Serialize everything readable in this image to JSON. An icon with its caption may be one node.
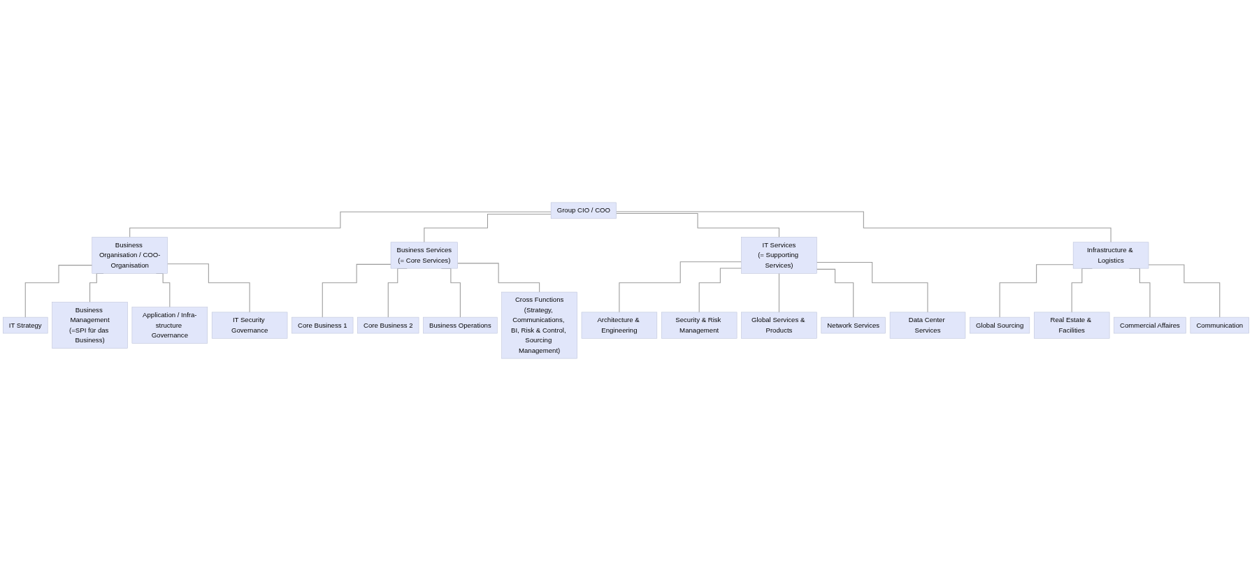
{
  "diagram": {
    "nodes": [
      {
        "text": [
          "Group CIO / COO"
        ]
      },
      {
        "text": [
          "Business Organisation / COO-Organisation"
        ]
      },
      {
        "text": [
          "IT Strategy"
        ]
      },
      {
        "text": [
          "Business Management",
          "(=SPI für das Business)"
        ]
      },
      {
        "text": [
          "Application / Infra-structure Governance"
        ]
      },
      {
        "text": [
          "IT Security Governance"
        ]
      },
      {
        "text": [
          "Business Services",
          "(= Core Services)"
        ]
      },
      {
        "text": [
          "Core Business 1"
        ]
      },
      {
        "text": [
          "Core Business 2"
        ]
      },
      {
        "text": [
          "Business Operations"
        ]
      },
      {
        "text": [
          "Cross Functions",
          "(Strategy, Communications, BI, Risk & Control, Sourcing Management)"
        ]
      },
      {
        "text": [
          "IT Services",
          "(= Supporting Services)"
        ]
      },
      {
        "text": [
          "Architecture & Engineering"
        ]
      },
      {
        "text": [
          "Security & Risk Management"
        ]
      },
      {
        "text": [
          "Global Services & Products"
        ]
      },
      {
        "text": [
          "Network Services"
        ]
      },
      {
        "text": [
          "Data Center Services"
        ]
      },
      {
        "text": [
          "Infrastructure & Logistics"
        ]
      },
      {
        "text": [
          "Global Sourcing"
        ]
      },
      {
        "text": [
          "Real Estate & Facilities"
        ]
      },
      {
        "text": [
          "Commercial Affaires"
        ]
      },
      {
        "text": [
          "Communication"
        ]
      }
    ],
    "edges": [
      {
        "from": 0,
        "to": 1,
        "arrow": "none"
      },
      {
        "from": 0,
        "to": 6,
        "arrow": "none"
      },
      {
        "from": 0,
        "to": 11,
        "arrow": "none"
      },
      {
        "from": 0,
        "to": 17,
        "arrow": "none"
      },
      {
        "from": 1,
        "to": 2,
        "arrow": "none"
      },
      {
        "from": 1,
        "to": 3,
        "arrow": "none"
      },
      {
        "from": 1,
        "to": 4,
        "arrow": "none"
      },
      {
        "from": 1,
        "to": 5,
        "arrow": "none"
      },
      {
        "from": 6,
        "to": 7,
        "arrow": "none"
      },
      {
        "from": 6,
        "to": 8,
        "arrow": "none"
      },
      {
        "from": 6,
        "to": 9,
        "arrow": "none"
      },
      {
        "from": 6,
        "to": 10,
        "arrow": "none"
      },
      {
        "from": 11,
        "to": 12,
        "arrow": "none"
      },
      {
        "from": 11,
        "to": 13,
        "arrow": "none"
      },
      {
        "from": 11,
        "to": 14,
        "arrow": "none"
      },
      {
        "from": 11,
        "to": 15,
        "arrow": "none"
      },
      {
        "from": 11,
        "to": 16,
        "arrow": "none"
      },
      {
        "from": 17,
        "to": 18,
        "arrow": "none"
      },
      {
        "from": 17,
        "to": 19,
        "arrow": "none"
      },
      {
        "from": 17,
        "to": 20,
        "arrow": "none"
      },
      {
        "from": 17,
        "to": 21,
        "arrow": "none"
      }
    ]
  }
}
